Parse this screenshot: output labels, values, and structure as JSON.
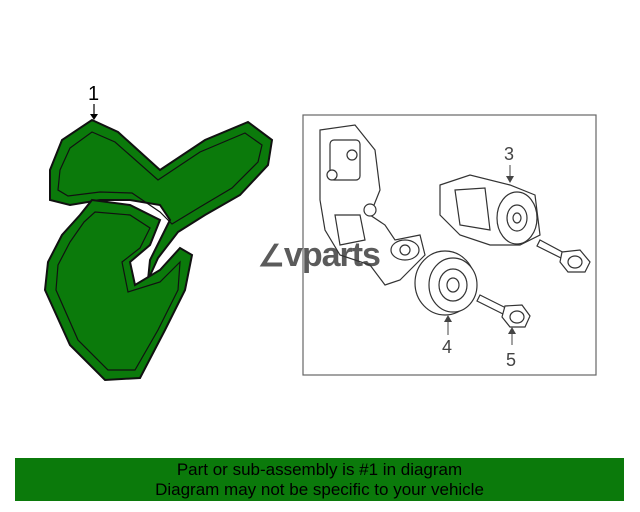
{
  "callouts": {
    "belt": "1",
    "tensioner": "3",
    "idler_pulley": "4",
    "bolt": "5"
  },
  "watermark": {
    "mark": "∠",
    "text": "vparts"
  },
  "banner": {
    "line1": "Part or sub-assembly is #1 in diagram",
    "line2": "Diagram may not be specific to your vehicle"
  },
  "colors": {
    "highlight": "#0b7a0b",
    "line": "#333333"
  }
}
